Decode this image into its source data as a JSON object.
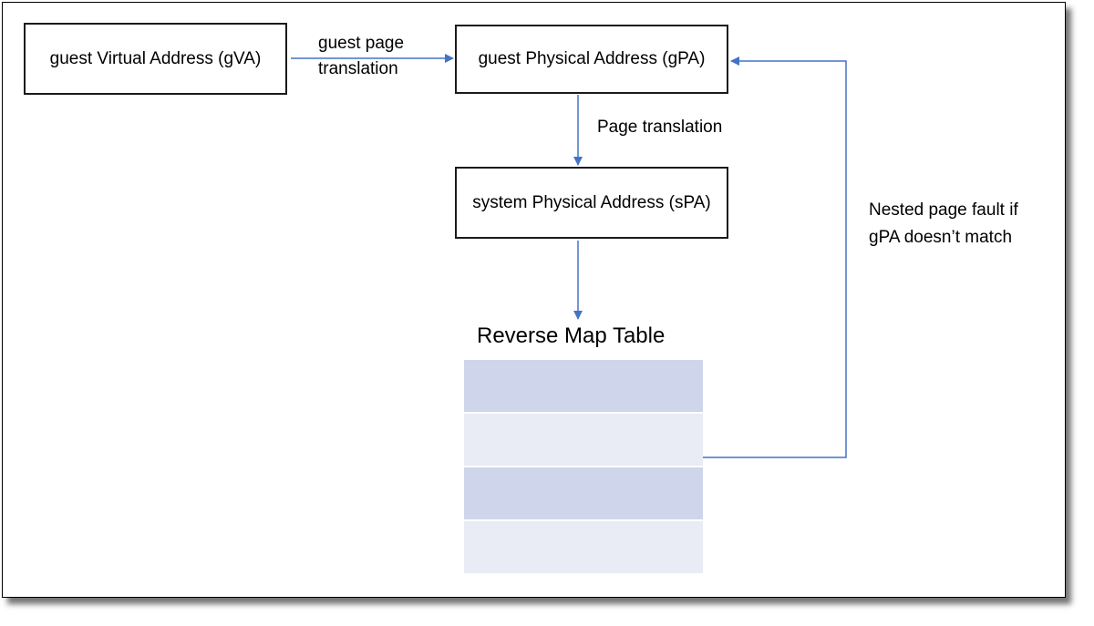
{
  "nodes": {
    "gva": "guest Virtual Address (gVA)",
    "gpa": "guest Physical Address (gPA)",
    "spa": "system Physical Address (sPA)"
  },
  "edges": {
    "guest_page_line1": "guest page",
    "guest_page_line2": "translation",
    "page_translation": "Page translation",
    "nested_line1": "Nested page fault if",
    "nested_line2": "gPA doesn’t match"
  },
  "table": {
    "title": "Reverse Map Table",
    "rows": 4
  },
  "colors": {
    "connector": "#4472c4",
    "row_dark": "#cfd5ea",
    "row_light": "#e9ebf5",
    "box_border": "#1a1a1a"
  }
}
